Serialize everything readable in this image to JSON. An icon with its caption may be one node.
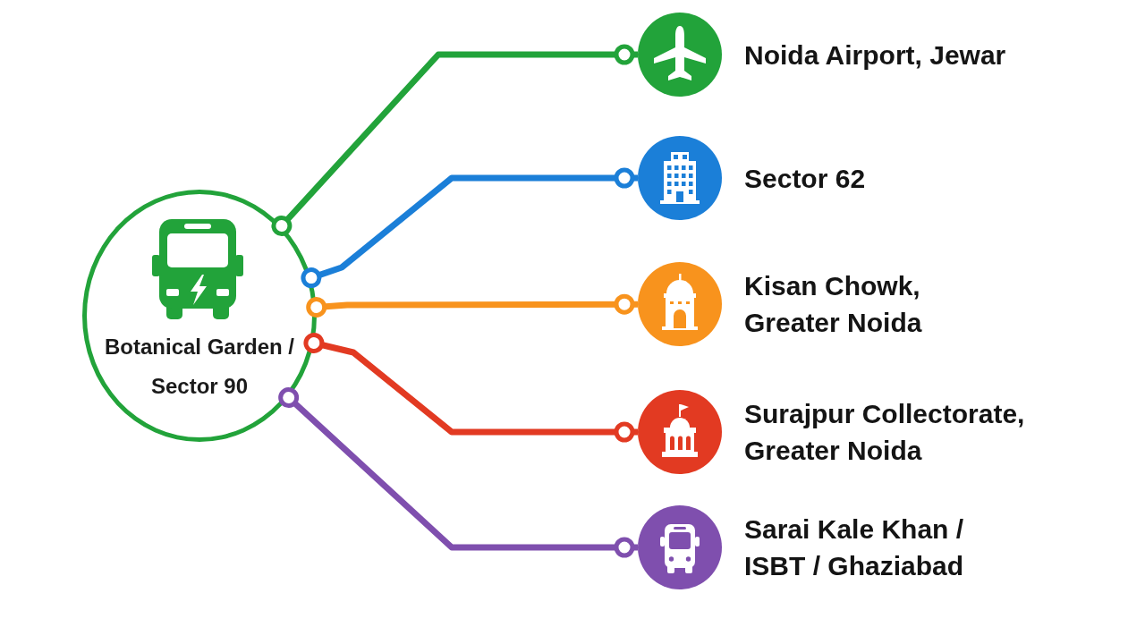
{
  "diagram": {
    "nodes": [
      {
        "text": [
          "Botanical Garden / Sector 90"
        ]
      },
      {
        "text": [
          "Noida Airport, Jewar"
        ]
      },
      {
        "text": [
          "Sector 62"
        ]
      },
      {
        "text": [
          "Kisan Chowk, Greater Noida"
        ]
      },
      {
        "text": [
          "Surajpur Collectorate, Greater Noida"
        ]
      },
      {
        "text": [
          "Sarai Kale Khan / ISBT / Ghaziabad"
        ]
      }
    ],
    "edges": [
      {
        "from": 0,
        "to": 1,
        "arrow": "other",
        "color": "#22a33a"
      },
      {
        "from": 0,
        "to": 2,
        "arrow": "other",
        "color": "#1b7fd8"
      },
      {
        "from": 0,
        "to": 3,
        "arrow": "other",
        "color": "#f8931d"
      },
      {
        "from": 0,
        "to": 4,
        "arrow": "other",
        "color": "#e23a22"
      },
      {
        "from": 0,
        "to": 5,
        "arrow": "other",
        "color": "#7f4fae"
      }
    ]
  }
}
